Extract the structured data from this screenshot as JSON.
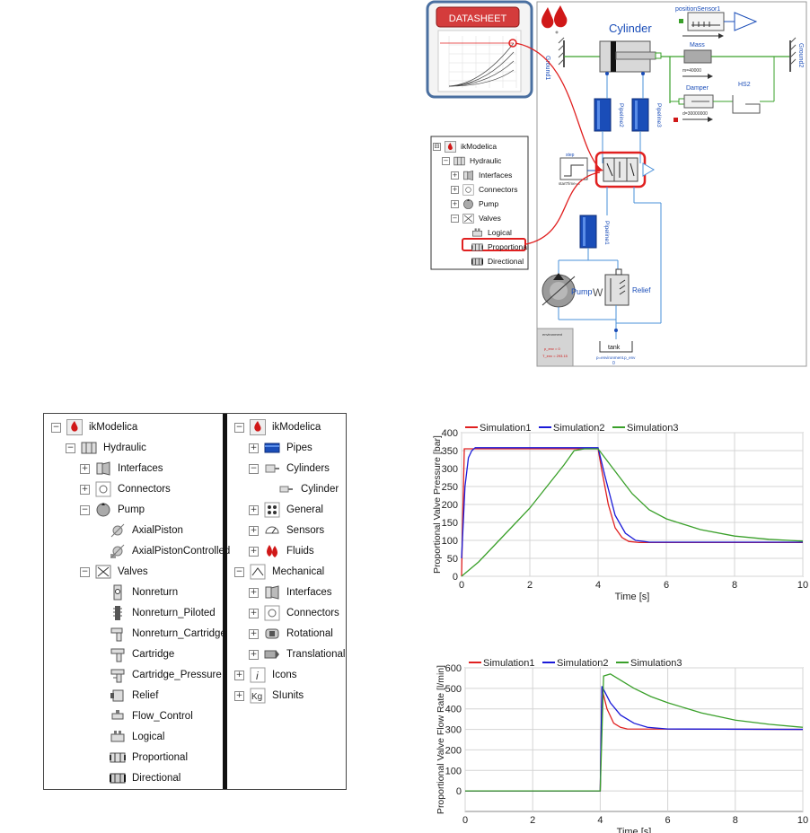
{
  "diagram": {
    "datasheet_label": "DATASHEET",
    "cylinder_label": "Cylinder",
    "ground1_label": "Ground1",
    "ground2_label": "Ground2",
    "position_sensor_label": "positionSensor1",
    "mass_label": "Mass",
    "mass_param": "m=40000",
    "damper_label": "Damper",
    "damper_param": "d=30000000",
    "hs2_label": "HS2",
    "pipeline1_label": "Pipeline1",
    "pipeline2_label": "Pipeline2",
    "pipeline3_label": "Pipeline3",
    "pump_label": "Pump",
    "relief_label": "Relief",
    "tank_label": "tank",
    "w_label": "W",
    "environment_label": "environment",
    "environment_p": "p_env = 0",
    "environment_t": "T_env = 293.15",
    "step_label": "step",
    "step_param": "startTime=4",
    "tank_param": "p=environment.p_env",
    "tank_zero": "0",
    "tree": {
      "root": "ikModelica",
      "items": [
        {
          "label": "Hydraulic",
          "level": 1,
          "exp": "⊟"
        },
        {
          "label": "Interfaces",
          "level": 2,
          "exp": "⊞"
        },
        {
          "label": "Connectors",
          "level": 2,
          "exp": "⊞"
        },
        {
          "label": "Pump",
          "level": 2,
          "exp": "⊞"
        },
        {
          "label": "Valves",
          "level": 2,
          "exp": "⊟"
        },
        {
          "label": "Logical",
          "level": 3,
          "exp": ""
        },
        {
          "label": "Proportional",
          "level": 3,
          "exp": ""
        },
        {
          "label": "Directional",
          "level": 3,
          "exp": ""
        }
      ]
    }
  },
  "left_tree": {
    "root": "ikModelica",
    "items": [
      {
        "label": "Hydraulic",
        "level": 1,
        "exp": "⊟",
        "icon": "hydraulic-icon"
      },
      {
        "label": "Interfaces",
        "level": 2,
        "exp": "⊞",
        "icon": "interfaces-icon"
      },
      {
        "label": "Connectors",
        "level": 2,
        "exp": "⊞",
        "icon": "connectors-icon"
      },
      {
        "label": "Pump",
        "level": 2,
        "exp": "⊟",
        "icon": "pump-icon"
      },
      {
        "label": "AxialPiston",
        "level": 3,
        "exp": "",
        "icon": "axial-piston-icon"
      },
      {
        "label": "AxialPistonControlled",
        "level": 3,
        "exp": "",
        "icon": "axial-piston-controlled-icon"
      },
      {
        "label": "Valves",
        "level": 2,
        "exp": "⊟",
        "icon": "valves-icon"
      },
      {
        "label": "Nonreturn",
        "level": 3,
        "exp": "",
        "icon": "nonreturn-icon"
      },
      {
        "label": "Nonreturn_Piloted",
        "level": 3,
        "exp": "",
        "icon": "nonreturn-piloted-icon"
      },
      {
        "label": "Nonreturn_Cartridge",
        "level": 3,
        "exp": "",
        "icon": "nonreturn-cartridge-icon"
      },
      {
        "label": "Cartridge",
        "level": 3,
        "exp": "",
        "icon": "cartridge-icon"
      },
      {
        "label": "Cartridge_Pressure",
        "level": 3,
        "exp": "",
        "icon": "cartridge-pressure-icon"
      },
      {
        "label": "Relief",
        "level": 3,
        "exp": "",
        "icon": "relief-icon"
      },
      {
        "label": "Flow_Control",
        "level": 3,
        "exp": "",
        "icon": "flow-control-icon"
      },
      {
        "label": "Logical",
        "level": 3,
        "exp": "",
        "icon": "logical-icon"
      },
      {
        "label": "Proportional",
        "level": 3,
        "exp": "",
        "icon": "proportional-icon"
      },
      {
        "label": "Directional",
        "level": 3,
        "exp": "",
        "icon": "directional-icon"
      }
    ]
  },
  "right_tree": {
    "root": "ikModelica",
    "items": [
      {
        "label": "Pipes",
        "level": 1,
        "exp": "⊞",
        "icon": "pipes-icon"
      },
      {
        "label": "Cylinders",
        "level": 1,
        "exp": "⊟",
        "icon": "cylinders-icon"
      },
      {
        "label": "Cylinder",
        "level": 2,
        "exp": "",
        "icon": "cylinder-icon"
      },
      {
        "label": "General",
        "level": 1,
        "exp": "⊞",
        "icon": "general-icon"
      },
      {
        "label": "Sensors",
        "level": 1,
        "exp": "⊞",
        "icon": "sensors-icon"
      },
      {
        "label": "Fluids",
        "level": 1,
        "exp": "⊞",
        "icon": "fluids-icon"
      },
      {
        "label": "Mechanical",
        "level": 0,
        "exp": "⊟",
        "icon": "mechanical-icon"
      },
      {
        "label": "Interfaces",
        "level": 1,
        "exp": "⊞",
        "icon": "interfaces-icon"
      },
      {
        "label": "Connectors",
        "level": 1,
        "exp": "⊞",
        "icon": "connectors-icon"
      },
      {
        "label": "Rotational",
        "level": 1,
        "exp": "⊞",
        "icon": "rotational-icon"
      },
      {
        "label": "Translational",
        "level": 1,
        "exp": "⊞",
        "icon": "translational-icon"
      },
      {
        "label": "Icons",
        "level": 0,
        "exp": "⊞",
        "icon": "icons-icon"
      },
      {
        "label": "SIunits",
        "level": 0,
        "exp": "⊞",
        "icon": "siunits-icon"
      }
    ]
  },
  "colors": {
    "sim1": "#e02020",
    "sim2": "#1a1ad8",
    "sim3": "#3aa02a",
    "blue_line": "#4a90d9",
    "diagram_blue": "#1a4db8",
    "highlight_red": "#e02020"
  },
  "chart_data": [
    {
      "type": "line",
      "title": "",
      "xlabel": "Time [s]",
      "ylabel": "Proportional Valve Pressure [bar]",
      "xlim": [
        0,
        10
      ],
      "ylim": [
        0,
        400
      ],
      "xticks": [
        0,
        2,
        4,
        6,
        8,
        10
      ],
      "yticks": [
        0,
        50,
        100,
        150,
        200,
        250,
        300,
        350,
        400
      ],
      "legend": "top",
      "series": [
        {
          "name": "Simulation1",
          "x": [
            0,
            0.03,
            0.08,
            4.0,
            4.1,
            4.3,
            4.5,
            4.7,
            4.9,
            5.2,
            10
          ],
          "y": [
            0,
            150,
            355,
            355,
            300,
            200,
            135,
            108,
            97,
            94,
            94
          ]
        },
        {
          "name": "Simulation2",
          "x": [
            0,
            0.1,
            0.2,
            0.3,
            0.4,
            4.0,
            4.2,
            4.5,
            4.8,
            5.1,
            5.5,
            10
          ],
          "y": [
            50,
            250,
            330,
            350,
            358,
            358,
            280,
            170,
            120,
            100,
            95,
            95
          ]
        },
        {
          "name": "Simulation3",
          "x": [
            0,
            0.5,
            1.0,
            1.5,
            2.0,
            2.5,
            3.0,
            3.3,
            3.6,
            4.0,
            4.2,
            4.6,
            5.0,
            5.5,
            6.0,
            7.0,
            8.0,
            9.0,
            10.0
          ],
          "y": [
            0,
            40,
            90,
            140,
            190,
            250,
            310,
            350,
            355,
            355,
            330,
            280,
            230,
            185,
            160,
            130,
            112,
            103,
            98
          ]
        }
      ]
    },
    {
      "type": "line",
      "title": "",
      "xlabel": "Time [s]",
      "ylabel": "Proportional Valve Flow Rate [l/min]",
      "xlim": [
        0,
        10
      ],
      "ylim": [
        -100,
        600
      ],
      "xticks": [
        0,
        2,
        4,
        6,
        8,
        10
      ],
      "yticks": [
        0,
        100,
        200,
        300,
        400,
        500,
        600
      ],
      "legend": "top",
      "series": [
        {
          "name": "Simulation1",
          "x": [
            0,
            4.0,
            4.05,
            4.2,
            4.4,
            4.6,
            4.8,
            10
          ],
          "y": [
            0,
            0,
            500,
            400,
            330,
            310,
            302,
            300
          ]
        },
        {
          "name": "Simulation2",
          "x": [
            0,
            4.0,
            4.05,
            4.3,
            4.6,
            5.0,
            5.4,
            6.0,
            10
          ],
          "y": [
            0,
            0,
            510,
            430,
            370,
            330,
            310,
            302,
            300
          ]
        },
        {
          "name": "Simulation3",
          "x": [
            0,
            4.0,
            4.1,
            4.3,
            4.6,
            5.0,
            5.5,
            6.0,
            7.0,
            8.0,
            9.0,
            10.0
          ],
          "y": [
            0,
            0,
            560,
            570,
            540,
            500,
            460,
            430,
            380,
            345,
            325,
            310
          ]
        }
      ]
    }
  ]
}
